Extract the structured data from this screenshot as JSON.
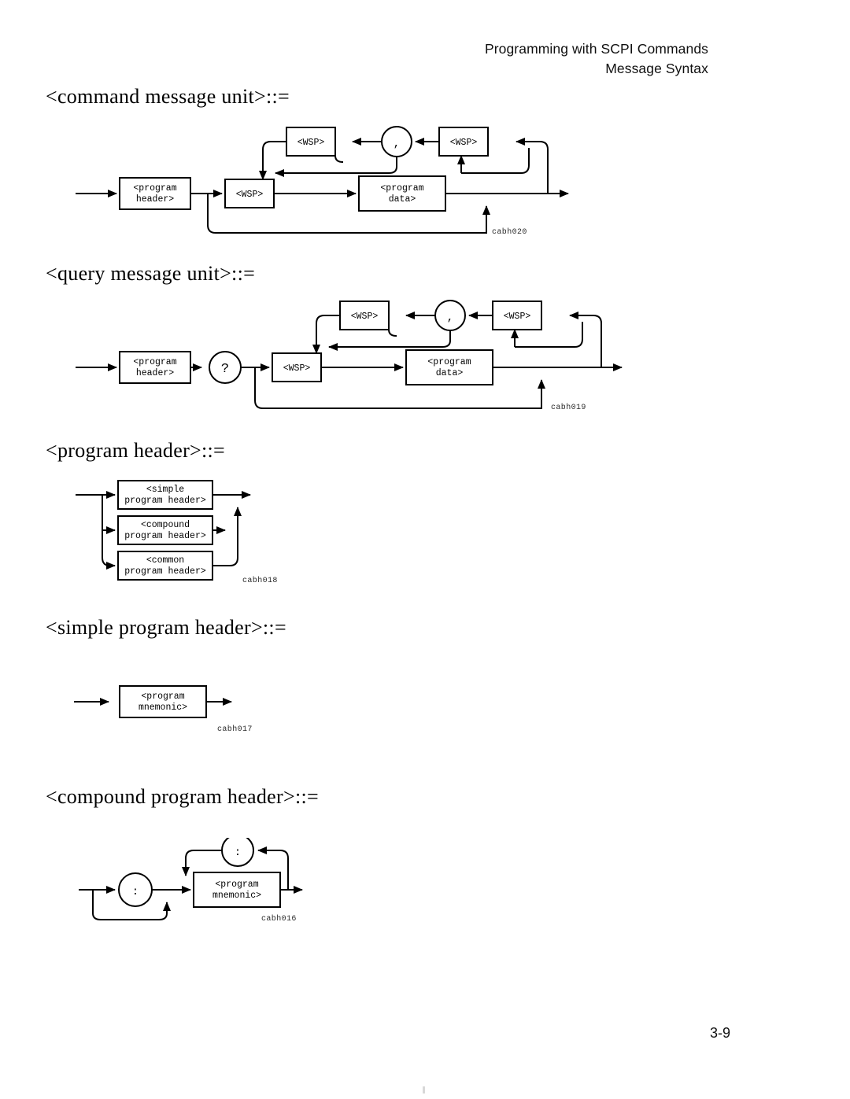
{
  "header": {
    "line1": "Programming with SCPI Commands",
    "line2": "Message Syntax"
  },
  "folio": {
    "page_number": "3-9"
  },
  "sections": [
    {
      "id": "command-message-unit",
      "heading": "<command message unit>::=",
      "figure_code": "cabh020",
      "diagram": {
        "type": "railroad",
        "nodes": [
          {
            "shape": "box",
            "label": "<program\nheader>"
          },
          {
            "shape": "box",
            "label": "<WSP>"
          },
          {
            "shape": "box",
            "label": "<program\ndata>"
          },
          {
            "shape": "box",
            "label": "<WSP>"
          },
          {
            "shape": "circle",
            "label": ","
          },
          {
            "shape": "box",
            "label": "<WSP>"
          }
        ],
        "description": "program header, optional WSP, program data, with a comma-separated repeat loop using optional WSP before and after the comma"
      }
    },
    {
      "id": "query-message-unit",
      "heading": "<query message unit>::=",
      "figure_code": "cabh019",
      "diagram": {
        "type": "railroad",
        "nodes": [
          {
            "shape": "box",
            "label": "<program\nheader>"
          },
          {
            "shape": "circle",
            "label": "?"
          },
          {
            "shape": "box",
            "label": "<WSP>"
          },
          {
            "shape": "box",
            "label": "<program\ndata>"
          },
          {
            "shape": "box",
            "label": "<WSP>"
          },
          {
            "shape": "circle",
            "label": ","
          },
          {
            "shape": "box",
            "label": "<WSP>"
          }
        ],
        "description": "program header followed by question mark, optional WSP, program data, with a comma-separated repeat loop"
      }
    },
    {
      "id": "program-header",
      "heading": "<program header>::=",
      "figure_code": "cabh018",
      "diagram": {
        "type": "alternation",
        "nodes": [
          {
            "shape": "box",
            "label": "<simple\nprogram header>"
          },
          {
            "shape": "box",
            "label": "<compound\nprogram header>"
          },
          {
            "shape": "box",
            "label": "<common\nprogram header>"
          }
        ],
        "description": "three-way choice between simple, compound and common program header"
      }
    },
    {
      "id": "simple-program-header",
      "heading": "<simple program header>::=",
      "figure_code": "cabh017",
      "diagram": {
        "type": "sequence",
        "nodes": [
          {
            "shape": "box",
            "label": "<program\nmnemonic>"
          }
        ],
        "description": "single program mnemonic"
      }
    },
    {
      "id": "compound-program-header",
      "heading": "<compound program header>::=",
      "figure_code": "cabh016",
      "diagram": {
        "type": "railroad",
        "nodes": [
          {
            "shape": "circle",
            "label": ":"
          },
          {
            "shape": "box",
            "label": "<program\nmnemonic>"
          },
          {
            "shape": "circle",
            "label": ":"
          }
        ],
        "description": "optional leading colon then program mnemonic, repeatable with colon separators"
      }
    }
  ],
  "labels": {
    "program_header": "<program\nheader>",
    "program_data": "<program\ndata>",
    "program_mnemonic": "<program\nmnemonic>",
    "wsp": "<WSP>",
    "comma": ",",
    "colon": ":",
    "question": "?",
    "simple_program_header": "<simple\nprogram header>",
    "compound_program_header": "<compound\nprogram header>",
    "common_program_header": "<common\nprogram header>"
  },
  "colors": {
    "ink": "#000000",
    "paper": "#ffffff",
    "caption": "#2a2a2a"
  }
}
